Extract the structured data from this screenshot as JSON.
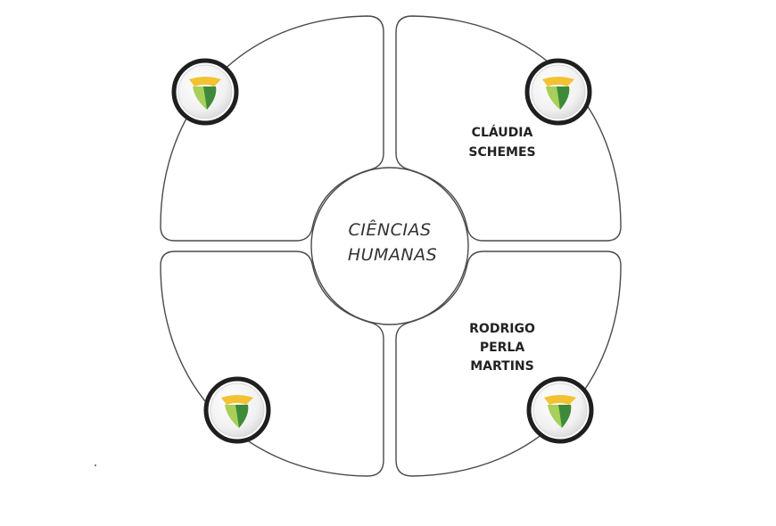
{
  "center": {
    "line1": "CIÊNCIAS",
    "line2": "HUMANAS"
  },
  "quadrants": {
    "top_left": {
      "name_lines": []
    },
    "top_right": {
      "name_lines": [
        "CLÁUDIA",
        "SCHEMES"
      ]
    },
    "bottom_left": {
      "name_lines": []
    },
    "bottom_right": {
      "name_lines": [
        "RODRIGO",
        "PERLA",
        "MARTINS"
      ]
    }
  },
  "badge": {
    "icon": "shield-logo-icon",
    "colors": {
      "yellow": "#f2c233",
      "light_green": "#a7cf5a",
      "dark_green": "#3f8a3a",
      "ring": "#1f1f1f"
    }
  }
}
